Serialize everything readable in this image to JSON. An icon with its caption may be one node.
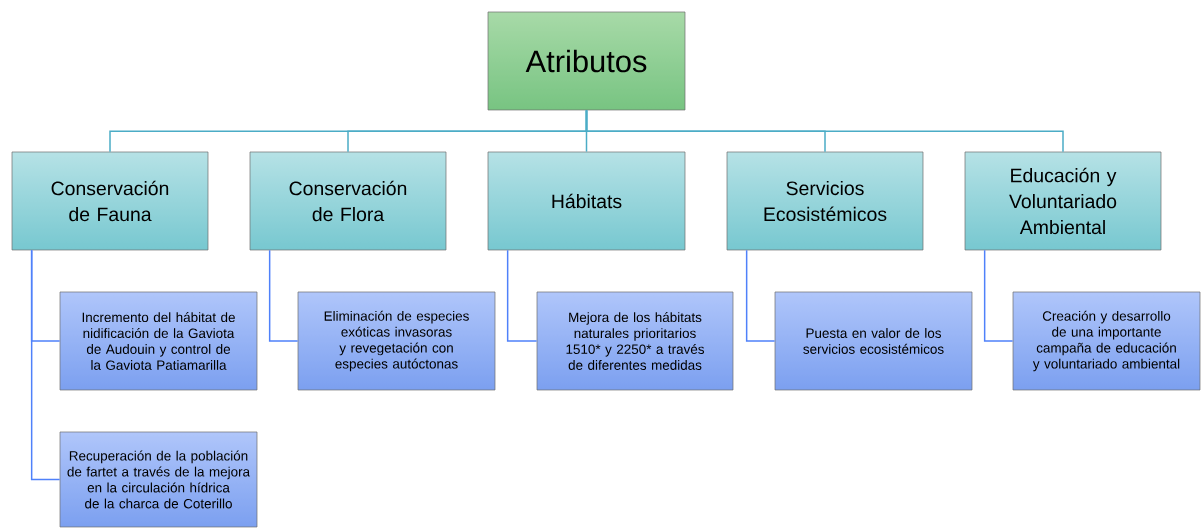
{
  "diagram": {
    "nodes": [
      {
        "text": [
          "Atributos"
        ]
      },
      {
        "text": [
          "Conservación de Fauna"
        ]
      },
      {
        "text": [
          "Conservación de Flora"
        ]
      },
      {
        "text": [
          "Hábitats"
        ]
      },
      {
        "text": [
          "Servicios Ecosistémicos"
        ]
      },
      {
        "text": [
          "Educación y Voluntariado Ambiental"
        ]
      },
      {
        "text": [
          "Incremento del hábitat de nidificación de la Gaviota de Audouin y control de la Gaviota Patiamarilla"
        ]
      },
      {
        "text": [
          "Eliminación de especies exóticas invasoras y revegetación con especies autóctonas"
        ]
      },
      {
        "text": [
          "Mejora de los hábitats naturales prioritarios 1510* y 2250* a través de diferentes medidas"
        ]
      },
      {
        "text": [
          "Puesta en valor de los servicios ecosistémicos"
        ]
      },
      {
        "text": [
          "Creación y desarrollo de una importante campaña de educación y voluntariado ambiental"
        ]
      },
      {
        "text": [
          "Recuperación de la población de fartet a través de la mejora en la circulación hídrica de la charca de Coterillo"
        ]
      }
    ],
    "edges": [
      {
        "from": 0,
        "to": 1,
        "arrow": "none"
      },
      {
        "from": 0,
        "to": 2,
        "arrow": "none"
      },
      {
        "from": 0,
        "to": 3,
        "arrow": "none"
      },
      {
        "from": 0,
        "to": 4,
        "arrow": "none"
      },
      {
        "from": 0,
        "to": 5,
        "arrow": "none"
      },
      {
        "from": 1,
        "to": 6,
        "arrow": "none"
      },
      {
        "from": 2,
        "to": 7,
        "arrow": "none"
      },
      {
        "from": 3,
        "to": 8,
        "arrow": "none"
      },
      {
        "from": 4,
        "to": 9,
        "arrow": "none"
      },
      {
        "from": 5,
        "to": 10,
        "arrow": "none"
      },
      {
        "from": 1,
        "to": 11,
        "arrow": "none"
      }
    ]
  }
}
